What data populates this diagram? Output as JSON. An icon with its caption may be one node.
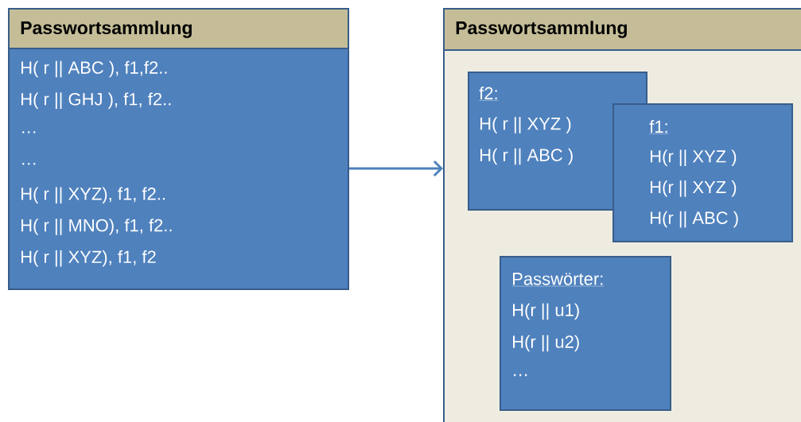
{
  "diagram": {
    "nodes": [
      {
        "text": [
          "Passwortsammlung",
          "H( r || ABC ), f1,f2..",
          "H( r || GHJ ), f1, f2..",
          "…",
          "…",
          "H( r || XYZ), f1, f2..",
          "H( r || MNO), f1, f2..",
          "H( r || XYZ), f1, f2"
        ]
      },
      {
        "text": [
          "Passwortsammlung"
        ]
      },
      {
        "text": [
          "f2:",
          "H( r || XYZ )",
          "H( r || ABC )"
        ],
        "in": 1
      },
      {
        "text": [
          "f1:",
          "H(r || XYZ )",
          "H(r || XYZ )",
          "H(r || ABC )"
        ],
        "in": 1
      },
      {
        "text": [
          "Passwörter:",
          "H(r || u1)",
          "H(r || u2)",
          "…"
        ],
        "in": 1
      }
    ],
    "edges": [
      {
        "from": 0,
        "to": 1,
        "arrow": "to"
      }
    ]
  }
}
